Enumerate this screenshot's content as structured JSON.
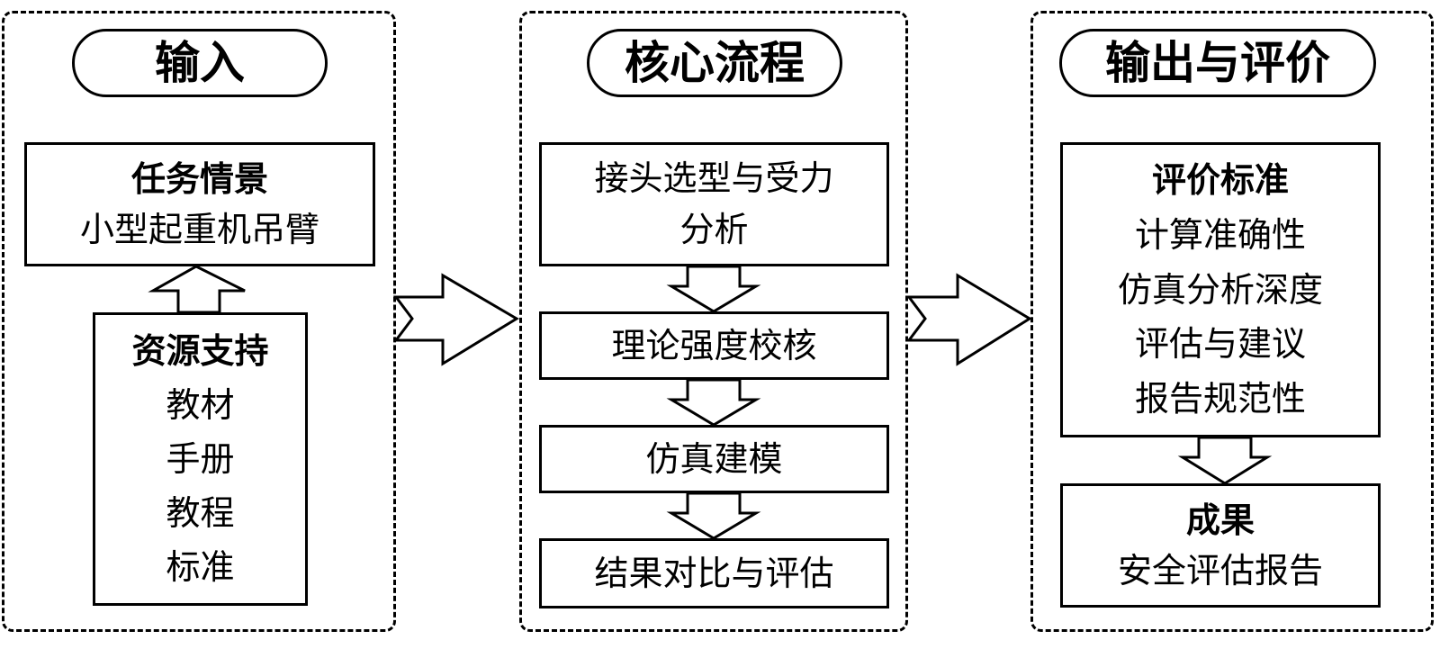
{
  "panels": {
    "input": {
      "title": "输入",
      "task_box": {
        "heading": "任务情景",
        "text": "小型起重机吊臂"
      },
      "resource_box": {
        "heading": "资源支持",
        "items": [
          "教材",
          "手册",
          "教程",
          "标准"
        ]
      }
    },
    "core": {
      "title": "核心流程",
      "steps": [
        {
          "lines": [
            "接头选型与受力",
            "分析"
          ]
        },
        {
          "lines": [
            "理论强度校核"
          ]
        },
        {
          "lines": [
            "仿真建模"
          ]
        },
        {
          "lines": [
            "结果对比与评估"
          ]
        }
      ]
    },
    "output": {
      "title": "输出与评价",
      "criteria_box": {
        "heading": "评价标准",
        "items": [
          "计算准确性",
          "仿真分析深度",
          "评估与建议",
          "报告规范性"
        ]
      },
      "result_box": {
        "heading": "成果",
        "text": "安全评估报告"
      }
    }
  }
}
